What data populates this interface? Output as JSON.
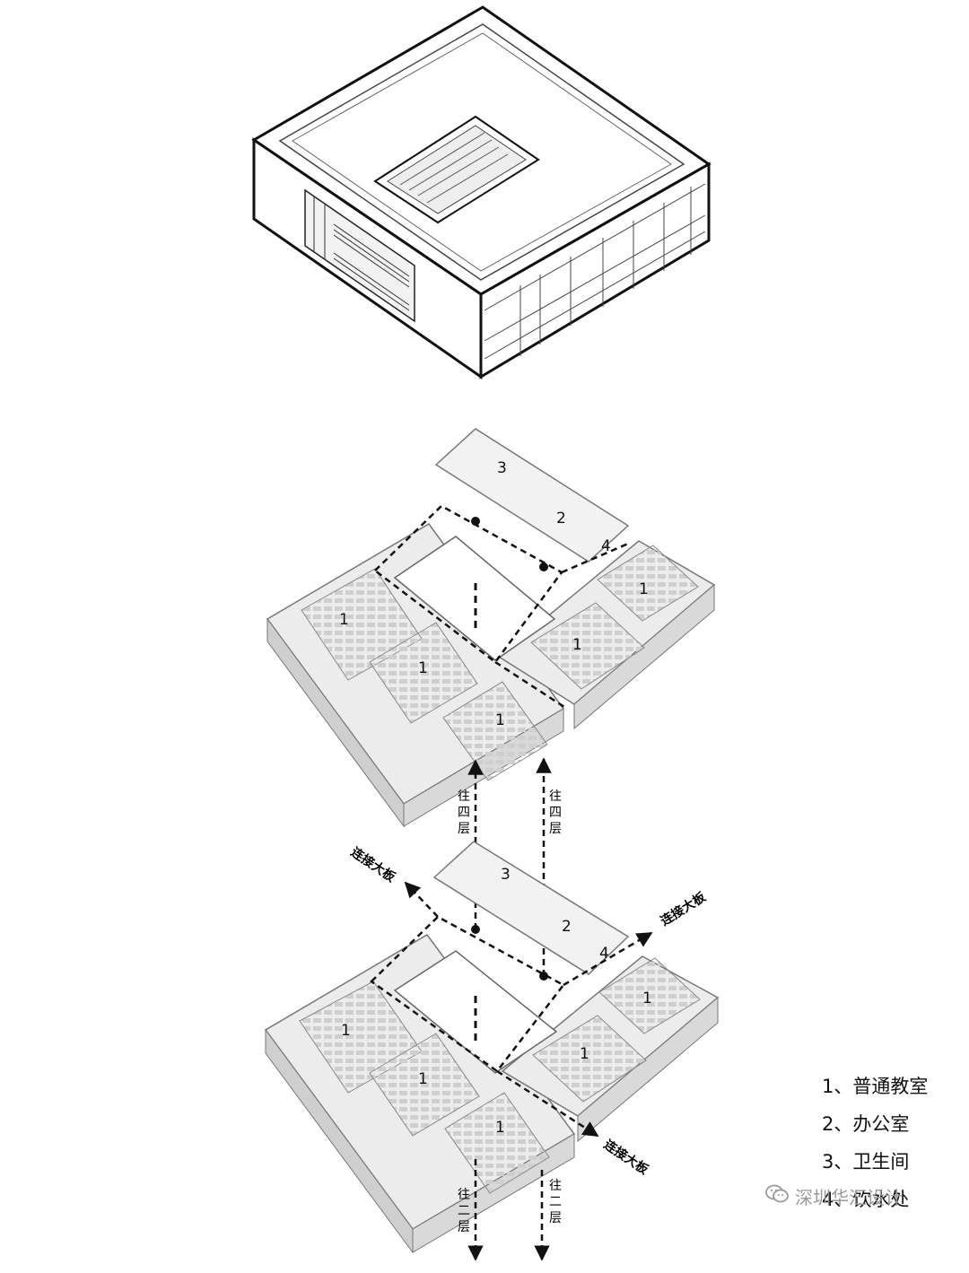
{
  "rooms": {
    "one": "1",
    "two": "2",
    "three": "3",
    "four": "4"
  },
  "annotations": {
    "connect_slab": "连接大板",
    "to_fourth": [
      "往",
      "四",
      "层"
    ],
    "to_second": [
      "往",
      "二",
      "层"
    ]
  },
  "legend": [
    "1、普通教室",
    "2、办公室",
    "3、卫生间",
    "4、饮水处"
  ],
  "watermark": {
    "icon": "wechat-icon",
    "text": "深圳华汇设计"
  },
  "colors": {
    "line": "#111111",
    "floor": "#e6e6e6",
    "wall": "#f4f4f4",
    "watermark": "#9a9a9a"
  }
}
